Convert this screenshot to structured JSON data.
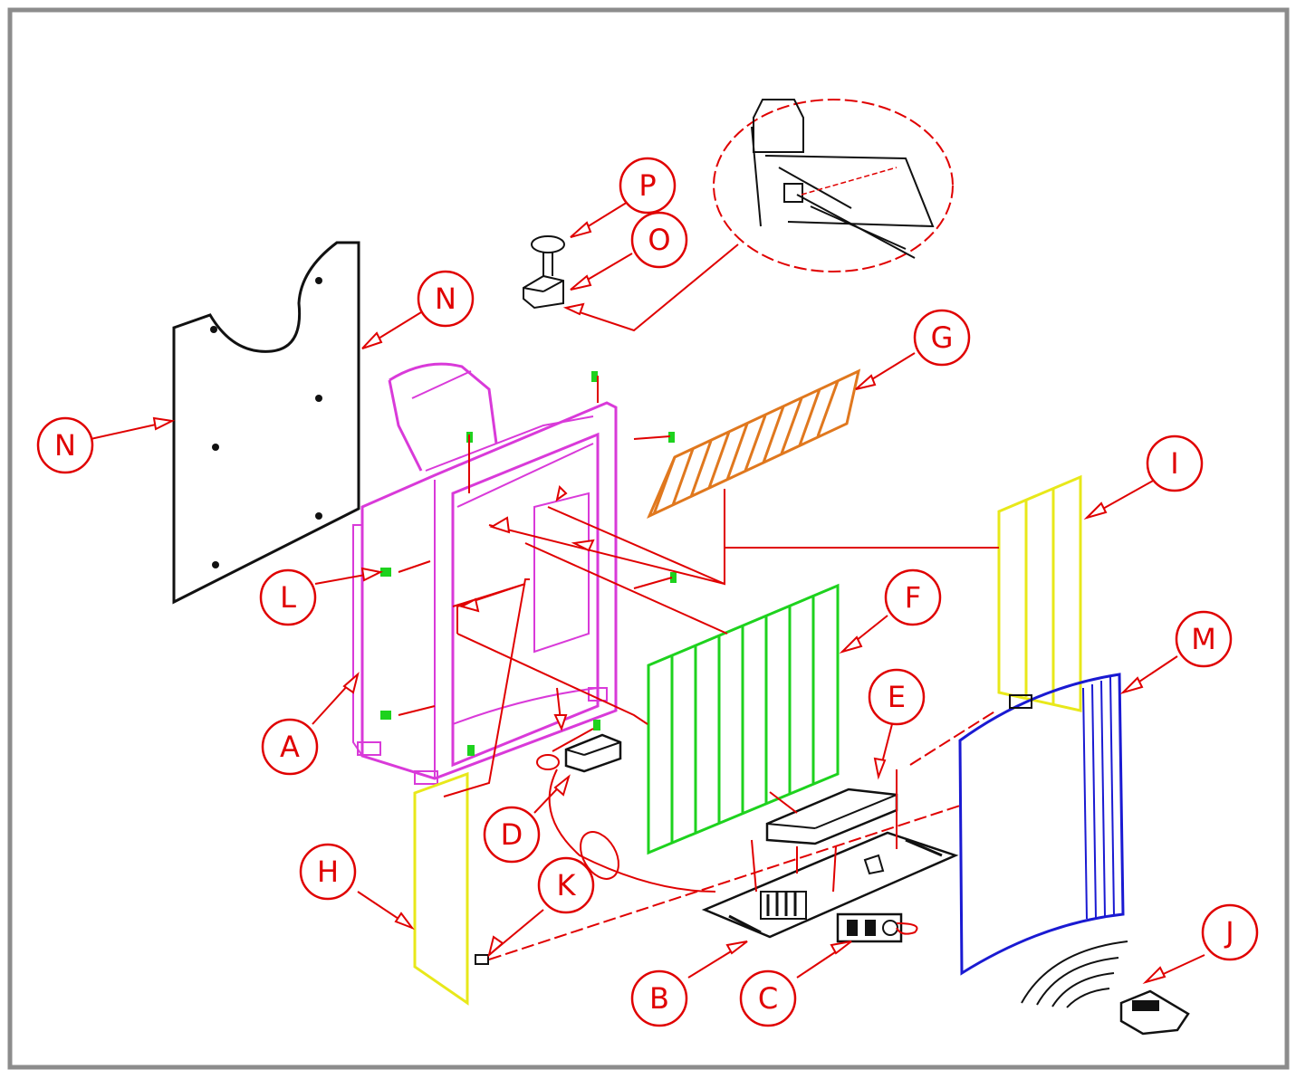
{
  "colors": {
    "frame": "#8c8c8c",
    "callout": "#e00000",
    "body_A": "#d93ad9",
    "panel_N": "#111111",
    "panel_G": "#e0781e",
    "panel_F": "#1ed21e",
    "panel_H": "#e8e81a",
    "panel_I": "#e8e81a",
    "panel_M": "#1a1ad2",
    "hardware": "#222222"
  },
  "callouts": [
    {
      "id": "P",
      "text": "P"
    },
    {
      "id": "O",
      "text": "O"
    },
    {
      "id": "N1",
      "text": "N"
    },
    {
      "id": "N2",
      "text": "N"
    },
    {
      "id": "G",
      "text": "G"
    },
    {
      "id": "I",
      "text": "I"
    },
    {
      "id": "L",
      "text": "L"
    },
    {
      "id": "F",
      "text": "F"
    },
    {
      "id": "M",
      "text": "M"
    },
    {
      "id": "E",
      "text": "E"
    },
    {
      "id": "A",
      "text": "A"
    },
    {
      "id": "D",
      "text": "D"
    },
    {
      "id": "K",
      "text": "K"
    },
    {
      "id": "H",
      "text": "H"
    },
    {
      "id": "J",
      "text": "J"
    },
    {
      "id": "B",
      "text": "B"
    },
    {
      "id": "C",
      "text": "C"
    }
  ]
}
